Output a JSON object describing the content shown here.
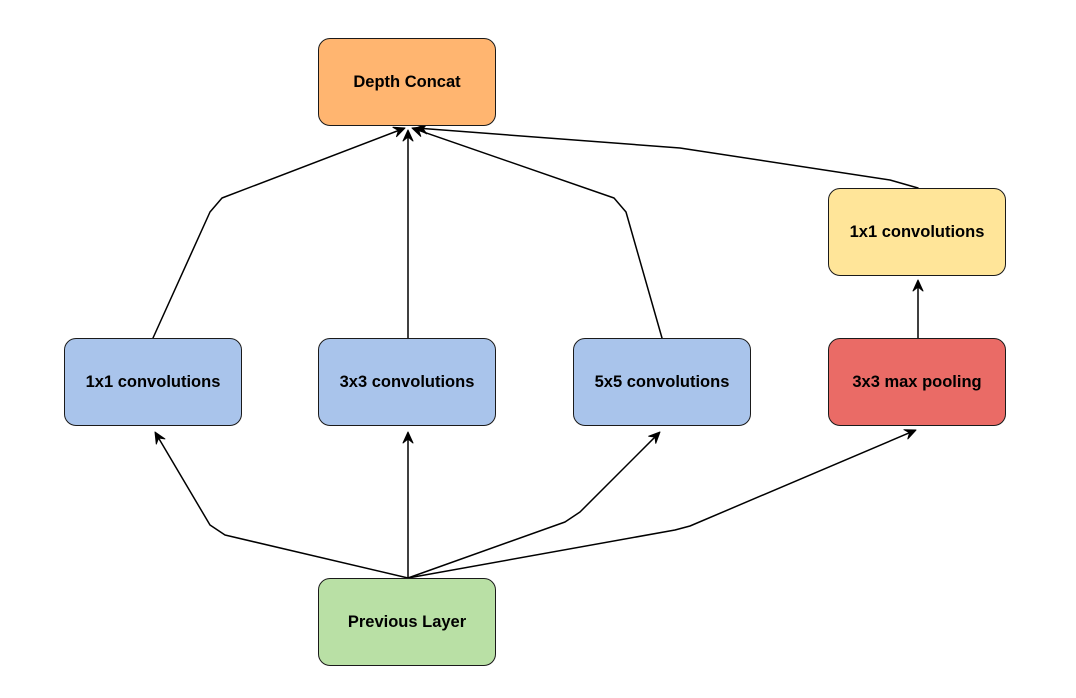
{
  "diagram": {
    "nodes": [
      {
        "id": "depth-concat",
        "label": "Depth Concat",
        "color": "#ffb570"
      },
      {
        "id": "conv1x1-top",
        "label": "1x1 convolutions",
        "color": "#ffe599"
      },
      {
        "id": "conv1x1",
        "label": "1x1 convolutions",
        "color": "#a9c4eb"
      },
      {
        "id": "conv3x3",
        "label": "3x3 convolutions",
        "color": "#a9c4eb"
      },
      {
        "id": "conv5x5",
        "label": "5x5 convolutions",
        "color": "#a9c4eb"
      },
      {
        "id": "maxpool3x3",
        "label": "3x3 max pooling",
        "color": "#ea6b66"
      },
      {
        "id": "previous-layer",
        "label": "Previous Layer",
        "color": "#b9e0a5"
      }
    ],
    "edges": [
      {
        "from": "previous-layer",
        "to": "conv1x1"
      },
      {
        "from": "previous-layer",
        "to": "conv3x3"
      },
      {
        "from": "previous-layer",
        "to": "conv5x5"
      },
      {
        "from": "previous-layer",
        "to": "maxpool3x3"
      },
      {
        "from": "conv1x1",
        "to": "depth-concat"
      },
      {
        "from": "conv3x3",
        "to": "depth-concat"
      },
      {
        "from": "conv5x5",
        "to": "depth-concat"
      },
      {
        "from": "maxpool3x3",
        "to": "conv1x1-top"
      },
      {
        "from": "conv1x1-top",
        "to": "depth-concat"
      }
    ],
    "edge_color": "#000000",
    "border_color": "#1a1a1a"
  }
}
